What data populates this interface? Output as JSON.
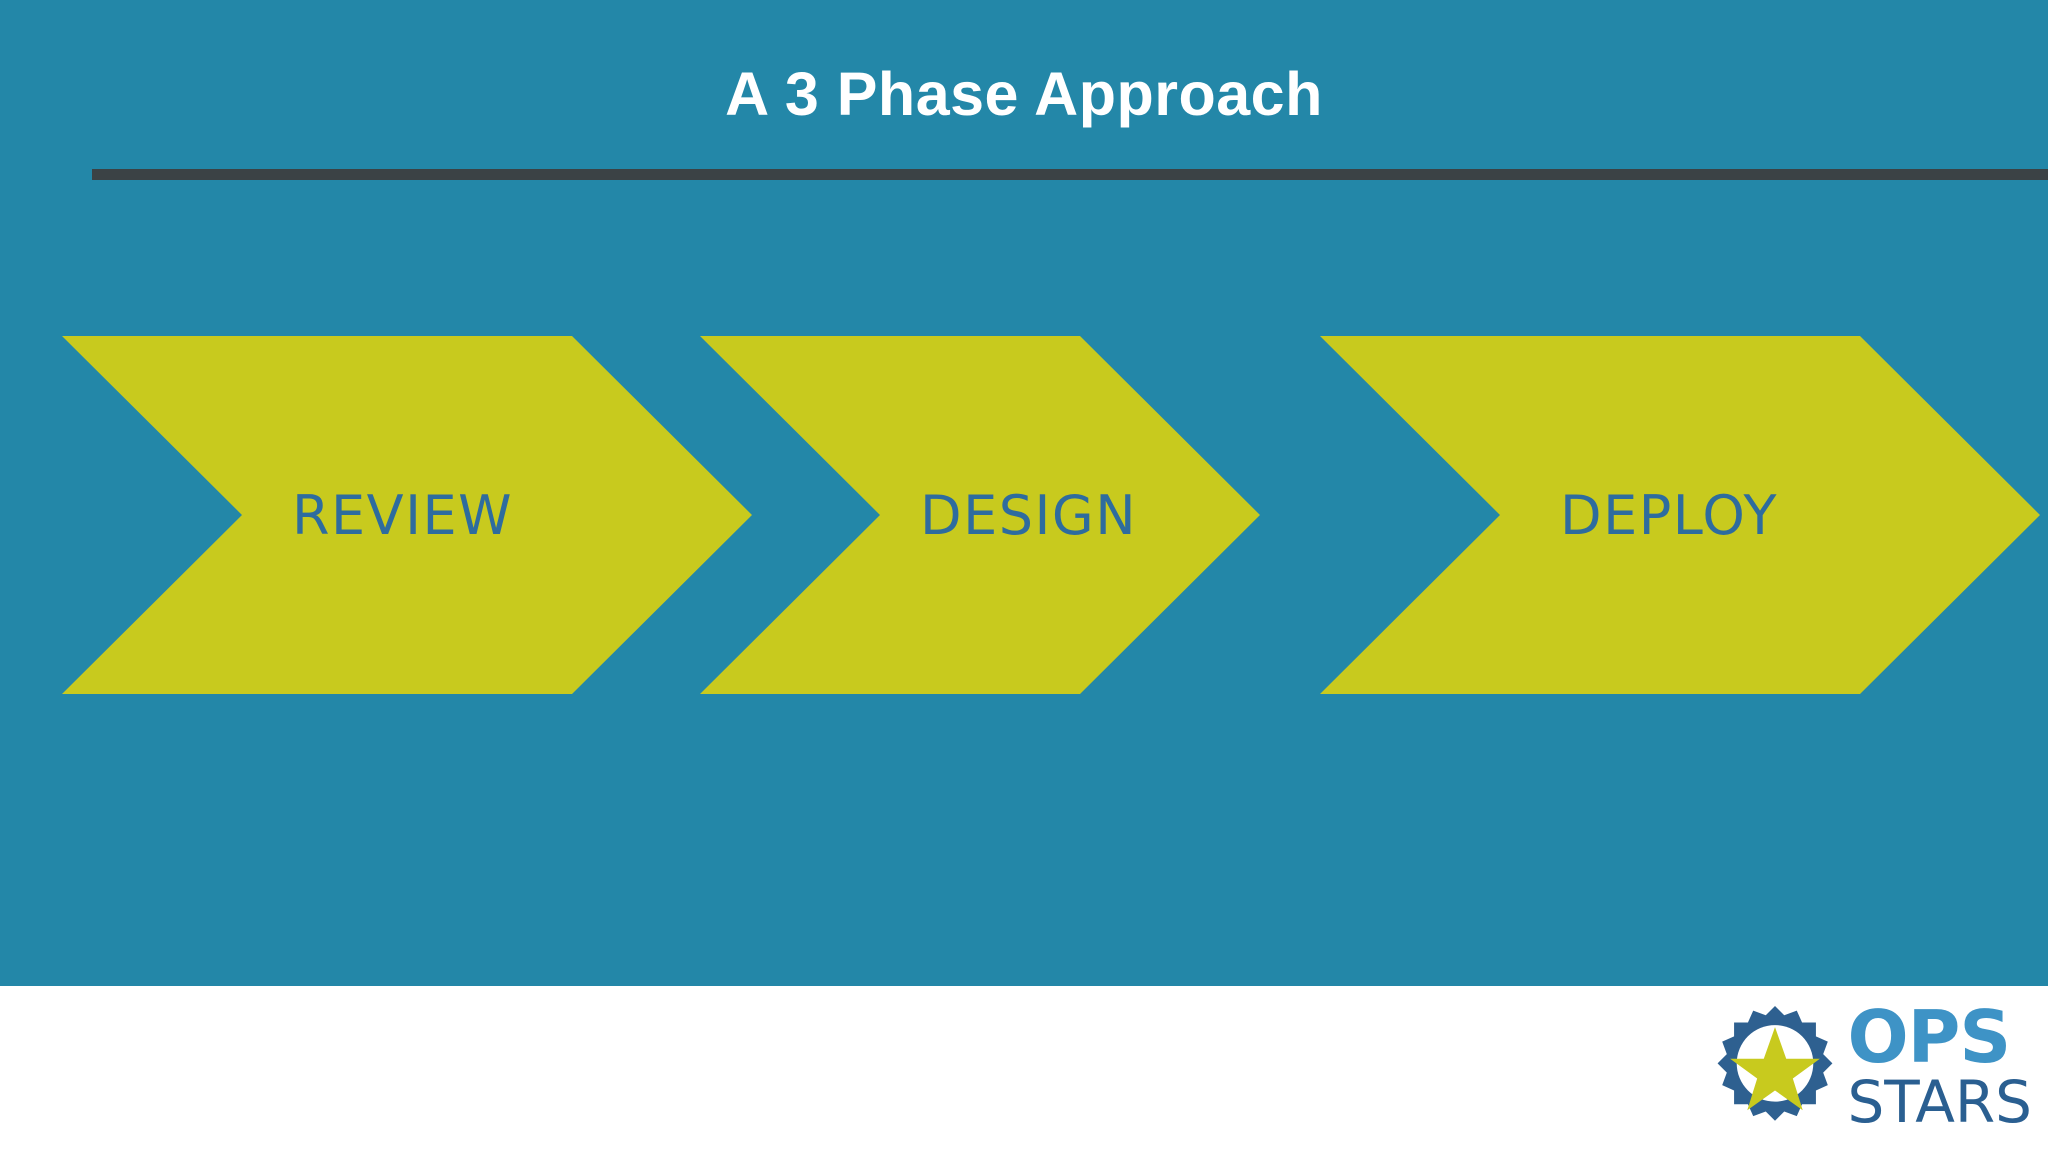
{
  "slide": {
    "title": "A 3 Phase Approach",
    "background_color": "#2387a8",
    "footer_color": "#ffffff",
    "divider_color": "#3b4245"
  },
  "diagram_data": {
    "type": "process-chevron",
    "title": "A 3 Phase Approach",
    "orientation": "horizontal",
    "step_count": 3,
    "shape_fill": "#c8ca1e",
    "label_color": "#2e6c9e",
    "steps": [
      {
        "index": 1,
        "label": "REVIEW"
      },
      {
        "index": 2,
        "label": "DESIGN"
      },
      {
        "index": 3,
        "label": "DEPLOY"
      }
    ]
  },
  "logo": {
    "gear_icon": "gear-icon",
    "star_icon": "star-icon",
    "gear_color": "#2e6090",
    "star_color": "#c8ca1e",
    "word_primary": "OPS",
    "word_secondary": "STARS",
    "word_primary_color": "#3e93c6",
    "word_secondary_color": "#2a5f91"
  }
}
